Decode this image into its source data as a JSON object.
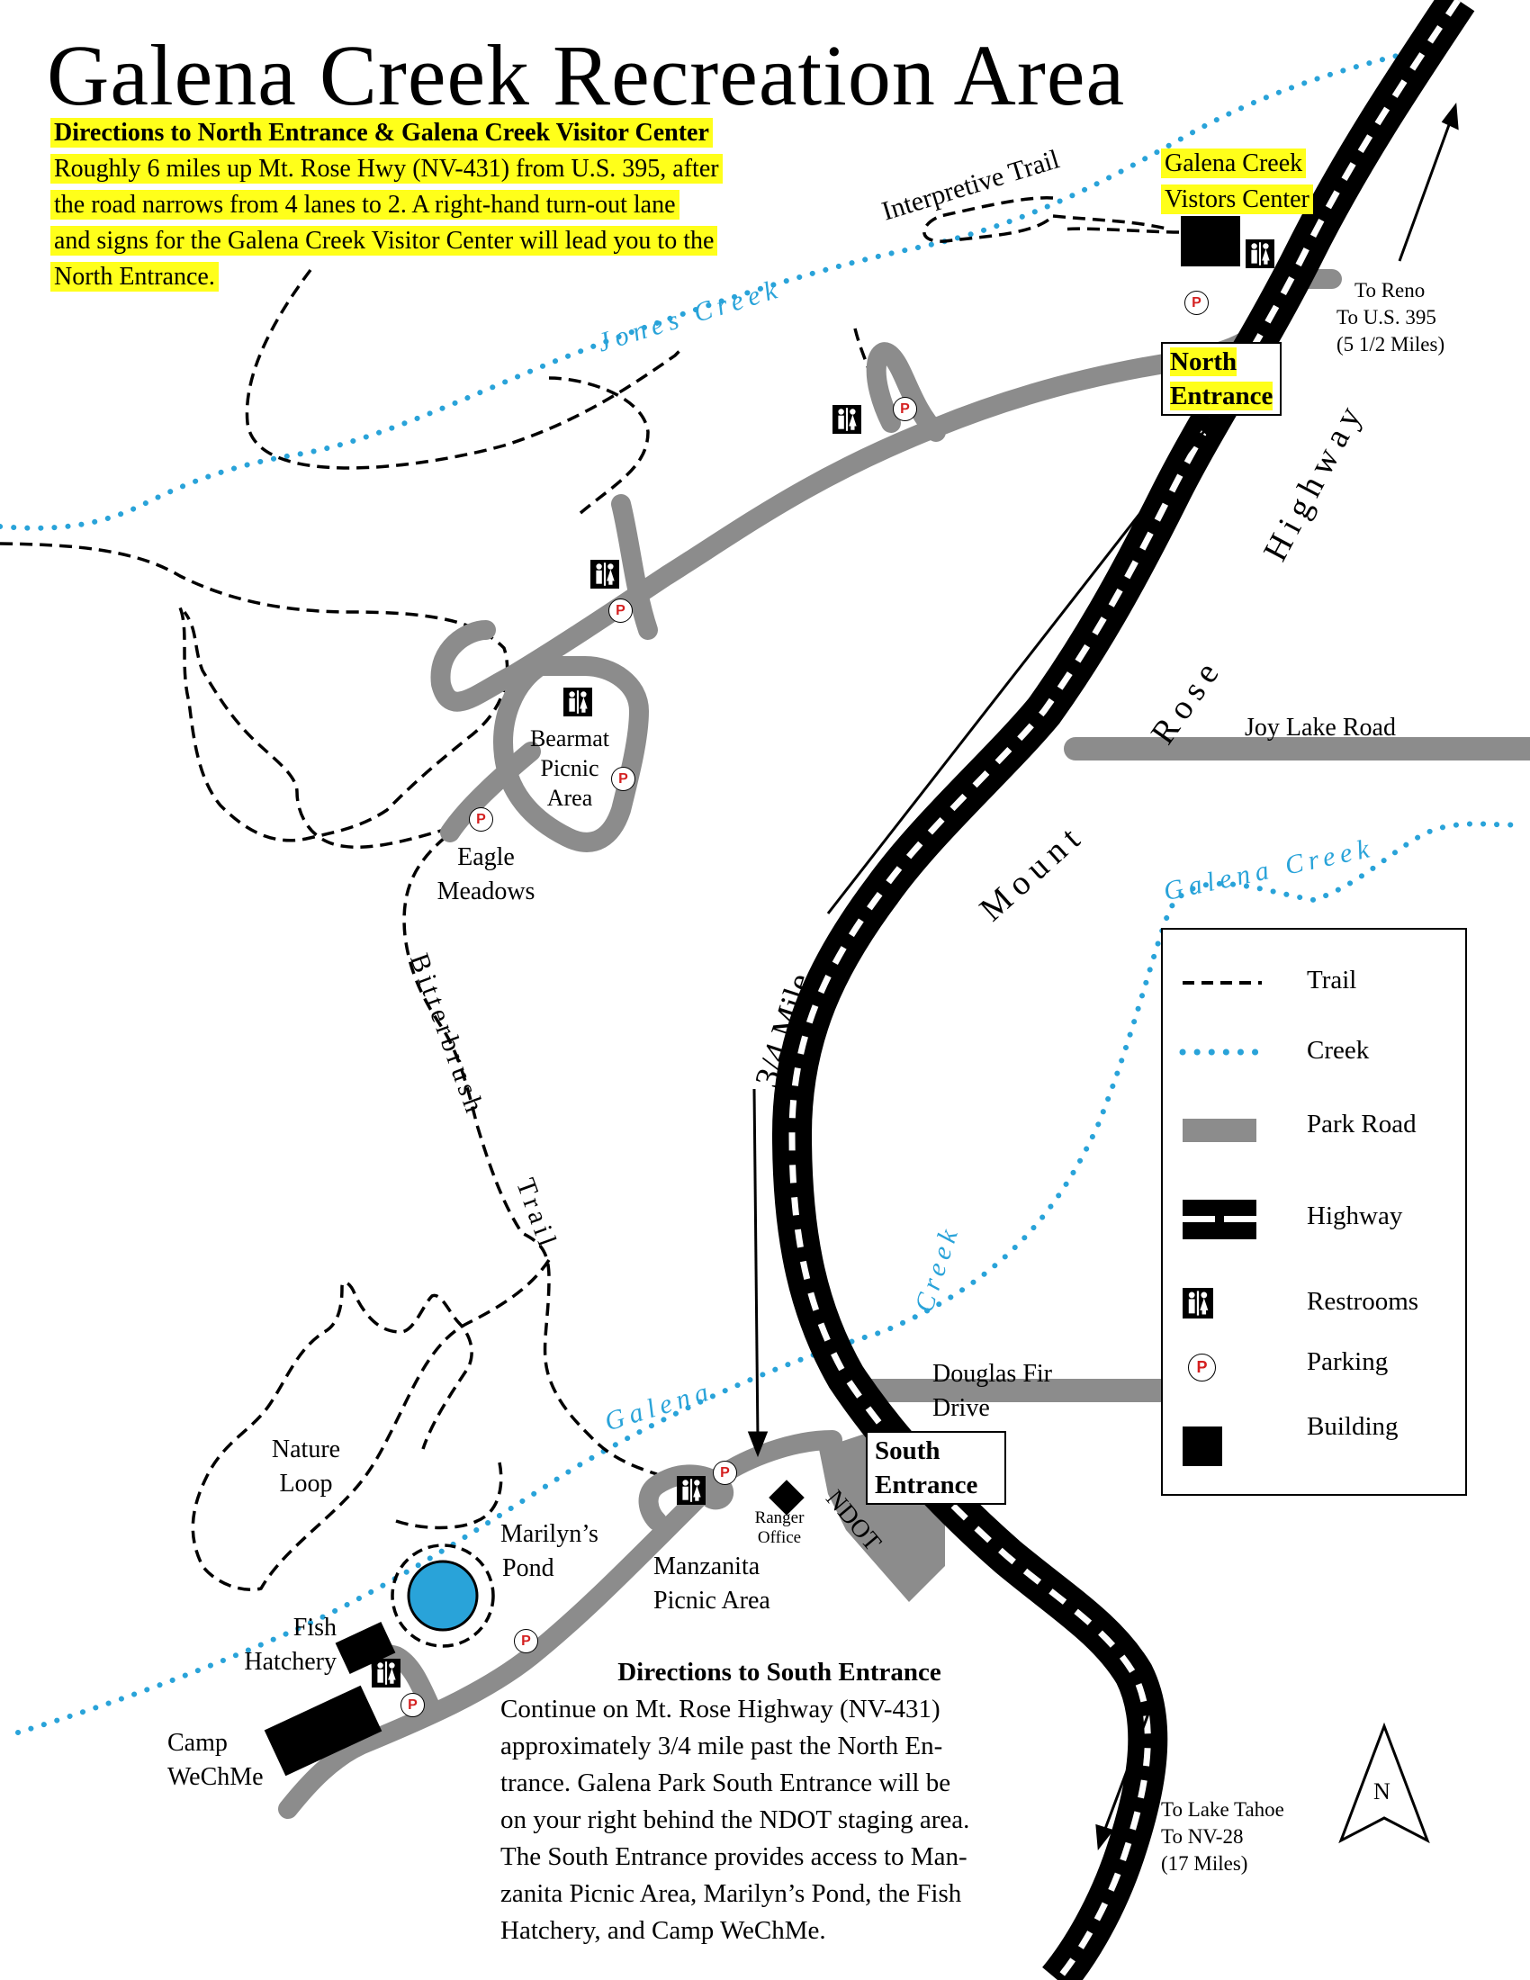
{
  "title": "Galena Creek Recreation Area",
  "north_directions": {
    "heading": "Directions to North Entrance & Galena Creek Visitor Center",
    "lines": [
      "Roughly 6 miles up Mt. Rose Hwy (NV-431) from U.S. 395, after",
      "the road narrows from 4 lanes to 2.  A right-hand turn-out lane",
      "and signs for the Galena Creek Visitor Center will lead you to the",
      "North Entrance."
    ]
  },
  "south_directions": {
    "heading": "Directions to South Entrance",
    "lines": [
      "Continue on Mt. Rose Highway (NV-431)",
      "approximately 3/4 mile past the North En-",
      "trance.  Galena Park South Entrance will be",
      "on your right behind the NDOT staging area.",
      "The South Entrance provides access to Man-",
      "zanita Picnic Area, Marilyn’s Pond, the Fish",
      "Hatchery, and Camp WeChMe."
    ]
  },
  "labels": {
    "visitor_center_line1": "Galena Creek",
    "visitor_center_line2": "Vistors Center",
    "interpretive_trail": "Interpretive Trail",
    "jones_creek": "Jones Creek",
    "galena_creek_upper": "Galena   Creek",
    "galena_lower": "Galena",
    "creek_lower": "Creek",
    "north_entrance_line1": "North",
    "north_entrance_line2": "Entrance",
    "south_entrance_line1": "South",
    "south_entrance_line2": "Entrance",
    "to_reno_line1": "To Reno",
    "to_reno_line2": "To U.S. 395",
    "to_reno_line3": "(5 1/2 Miles)",
    "highway": "Highway",
    "rose": "Rose",
    "mount": "Mount",
    "joy_lake_road": "Joy Lake Road",
    "three_quarter_mile": "3/4 Mile",
    "bearmat_line1": "Bearmat",
    "bearmat_line2": "Picnic",
    "bearmat_line3": "Area",
    "eagle_line1": "Eagle",
    "eagle_line2": "Meadows",
    "bitterbrush": "Bitterbrush",
    "trail_word": "Trail",
    "douglas_fir_line1": "Douglas Fir",
    "douglas_fir_line2": "Drive",
    "nature_line1": "Nature",
    "nature_line2": "Loop",
    "marilyn_line1": "Marilyn’s",
    "marilyn_line2": "Pond",
    "manzanita_line1": "Manzanita",
    "manzanita_line2": "Picnic Area",
    "ranger_line1": "Ranger",
    "ranger_line2": "Office",
    "ndot": "NDOT",
    "fish_line1": "Fish",
    "fish_line2": "Hatchery",
    "camp_line1": "Camp",
    "camp_line2": "WeChMe",
    "lake_tahoe_line1": "To Lake Tahoe",
    "lake_tahoe_line2": "To NV-28",
    "lake_tahoe_line3": "(17 Miles)",
    "north_arrow": "N",
    "parking_letter": "P"
  },
  "legend": [
    {
      "symbol": "trail",
      "label": "Trail"
    },
    {
      "symbol": "creek",
      "label": "Creek"
    },
    {
      "symbol": "park-road",
      "label": "Park Road"
    },
    {
      "symbol": "highway",
      "label": "Highway"
    },
    {
      "symbol": "restroom-icon",
      "label": "Restrooms"
    },
    {
      "symbol": "parking-icon",
      "label": "Parking"
    },
    {
      "symbol": "building",
      "label": "Building"
    }
  ],
  "colors": {
    "creek": "#29a3d9",
    "park_road": "#8c8c8c",
    "highlight": "#ffff1a",
    "parking_letter": "#d42020",
    "pond": "#29a3d9"
  }
}
